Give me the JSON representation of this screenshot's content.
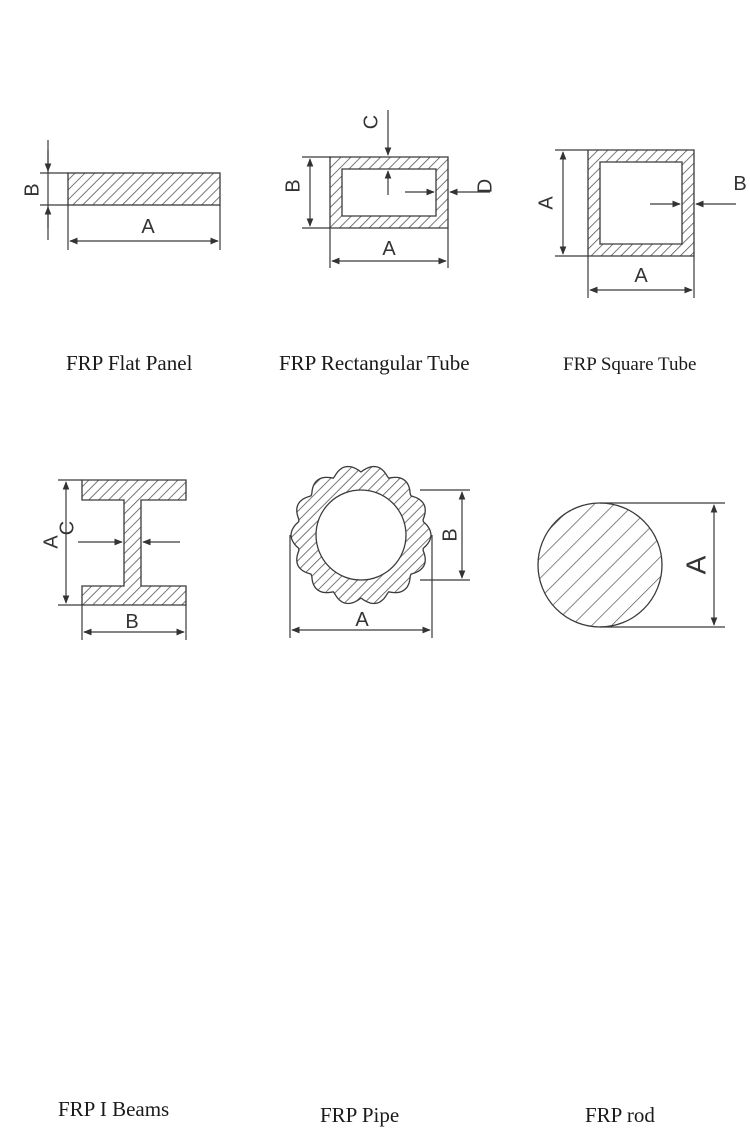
{
  "colors": {
    "line": "#3a3a3a",
    "hatch": "#555555",
    "background": "#ffffff",
    "text": "#1a1a1a"
  },
  "items": [
    {
      "caption": "FRP Flat Panel",
      "dims": [
        "B",
        "A"
      ]
    },
    {
      "caption": "FRP Rectangular Tube",
      "dims": [
        "C",
        "B",
        "D",
        "A"
      ]
    },
    {
      "caption": "FRP Square Tube",
      "dims": [
        "A",
        "B",
        "A"
      ]
    },
    {
      "caption": "FRP I Beams",
      "dims": [
        "A",
        "C",
        "B"
      ]
    },
    {
      "caption": "FRP Pipe",
      "dims": [
        "B",
        "A"
      ]
    },
    {
      "caption": "FRP rod",
      "dims": [
        "A"
      ]
    }
  ]
}
